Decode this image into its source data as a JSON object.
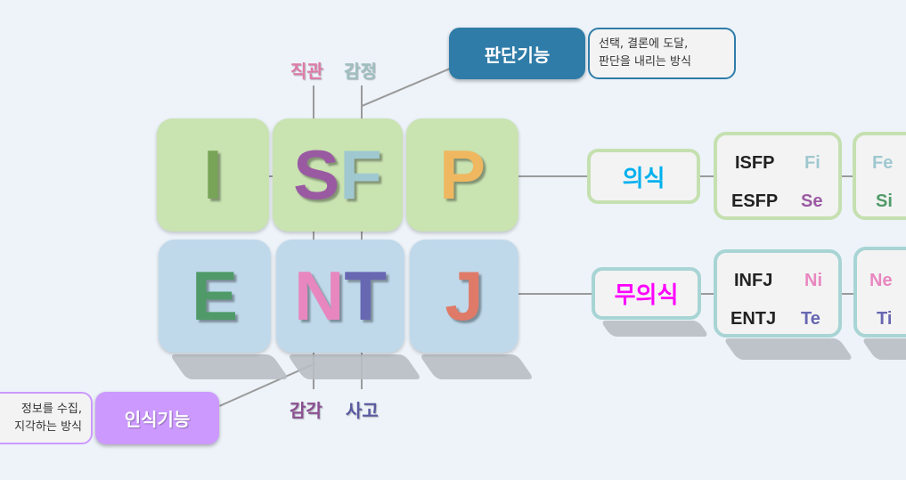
{
  "letters": {
    "I": "I",
    "S": "S",
    "F": "F",
    "P": "P",
    "E": "E",
    "N": "N",
    "T": "T",
    "J": "J"
  },
  "colors": {
    "I": "#78a458",
    "S": "#9a5aa2",
    "F": "#9fc8d0",
    "P": "#efb860",
    "E": "#4f9a68",
    "N": "#e887bf",
    "T": "#6767b2",
    "J": "#df7a68"
  },
  "labels": {
    "intuition": "직관",
    "feeling": "감정",
    "sensing": "감각",
    "thinking": "사고"
  },
  "judging": {
    "title": "판단기능",
    "desc_line1": "선택, 결론에 도달,",
    "desc_line2": "판단을 내리는 방식"
  },
  "perceiving": {
    "title": "인식기능",
    "desc_line1": "정보를 수집,",
    "desc_line2": "지각하는 방식"
  },
  "conscious": {
    "title": "의식",
    "types": [
      "ISFP",
      "ESFP"
    ],
    "funcs": [
      "Fi",
      "Se"
    ],
    "next": [
      "Fe",
      "Si"
    ]
  },
  "unconscious": {
    "title": "무의식",
    "types": [
      "INFJ",
      "ENTJ"
    ],
    "funcs": [
      "Ni",
      "Te"
    ],
    "next": [
      "Ne",
      "Ti"
    ]
  }
}
